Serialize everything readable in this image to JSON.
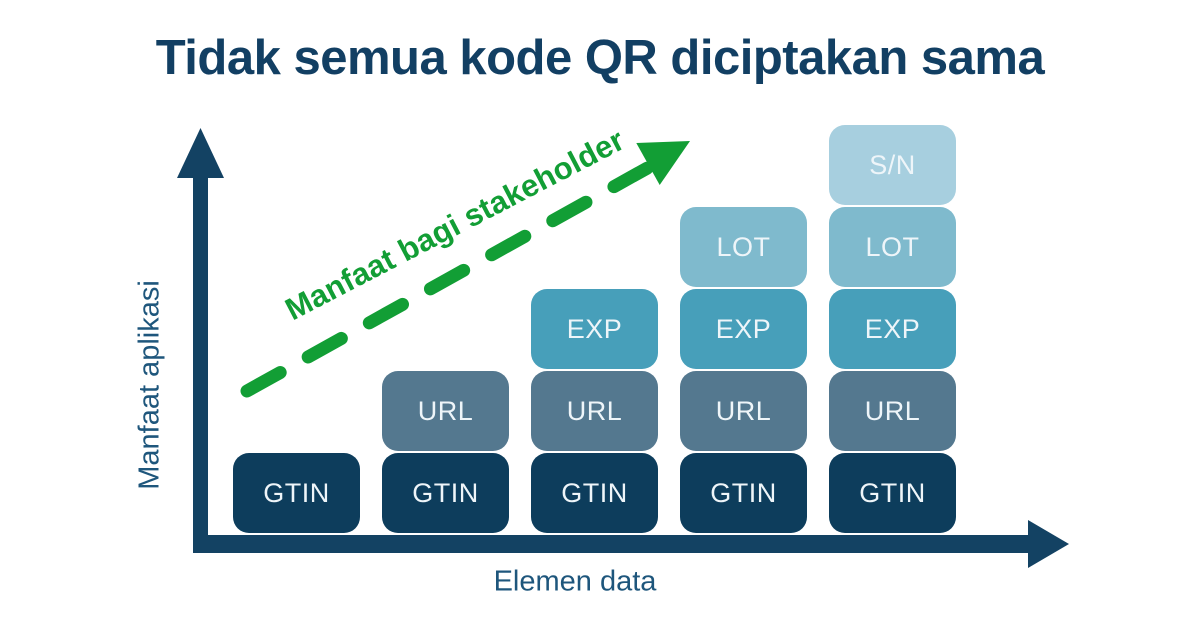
{
  "title": "Tidak semua kode QR diciptakan sama",
  "axes": {
    "x_label": "Elemen data",
    "y_label": "Manfaat aplikasi"
  },
  "arrow": {
    "label": "Manfaat bagi stakeholder"
  },
  "blocks": {
    "gtin": {
      "label": "GTIN",
      "color": "#0d3d5c"
    },
    "url": {
      "label": "URL",
      "color": "#54788f"
    },
    "exp": {
      "label": "EXP",
      "color": "#479fba"
    },
    "lot": {
      "label": "LOT",
      "color": "#7fbacd"
    },
    "sn": {
      "label": "S/N",
      "color": "#a7cfdf"
    }
  },
  "chart_data": {
    "type": "stacked-block-diagram",
    "title": "Tidak semua kode QR diciptakan sama",
    "xlabel": "Elemen data",
    "ylabel": "Manfaat aplikasi",
    "annotation_arrow_label": "Manfaat bagi stakeholder",
    "columns": [
      [
        "GTIN"
      ],
      [
        "GTIN",
        "URL"
      ],
      [
        "GTIN",
        "URL",
        "EXP"
      ],
      [
        "GTIN",
        "URL",
        "EXP",
        "LOT"
      ],
      [
        "GTIN",
        "URL",
        "EXP",
        "LOT",
        "S/N"
      ]
    ],
    "level_order_bottom_to_top": [
      "GTIN",
      "URL",
      "EXP",
      "LOT",
      "S/N"
    ]
  },
  "colors": {
    "title_navy": "#123f63",
    "axis_navy": "#134263",
    "axis_label_blue": "#1e567c",
    "accent_green": "#129e35"
  }
}
